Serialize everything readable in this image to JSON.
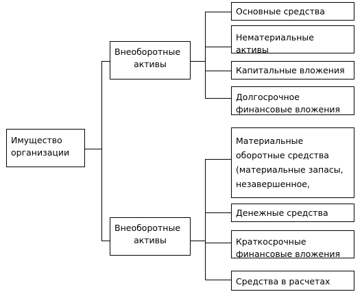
{
  "root": {
    "line1": "Имущество",
    "line2": "организации"
  },
  "groups": [
    {
      "line1": "Внеоборотные",
      "line2": "активы"
    },
    {
      "line1": "Внеоборотные",
      "line2": "активы"
    }
  ],
  "leaves": [
    {
      "lines": [
        "Основные средства"
      ]
    },
    {
      "lines": [
        "Нематериальные",
        "активы"
      ]
    },
    {
      "lines": [
        "Капитальные вложения"
      ]
    },
    {
      "lines": [
        "Долгосрочное",
        "финансовые вложения"
      ]
    },
    {
      "lines": [
        "Материальные",
        "оборотные средства",
        "(материальные запасы,",
        "незавершенное,"
      ]
    },
    {
      "lines": [
        "Денежные средства"
      ]
    },
    {
      "lines": [
        "Краткосрочные",
        "финансовые вложения"
      ]
    },
    {
      "lines": [
        "Средства в расчетах"
      ]
    }
  ]
}
